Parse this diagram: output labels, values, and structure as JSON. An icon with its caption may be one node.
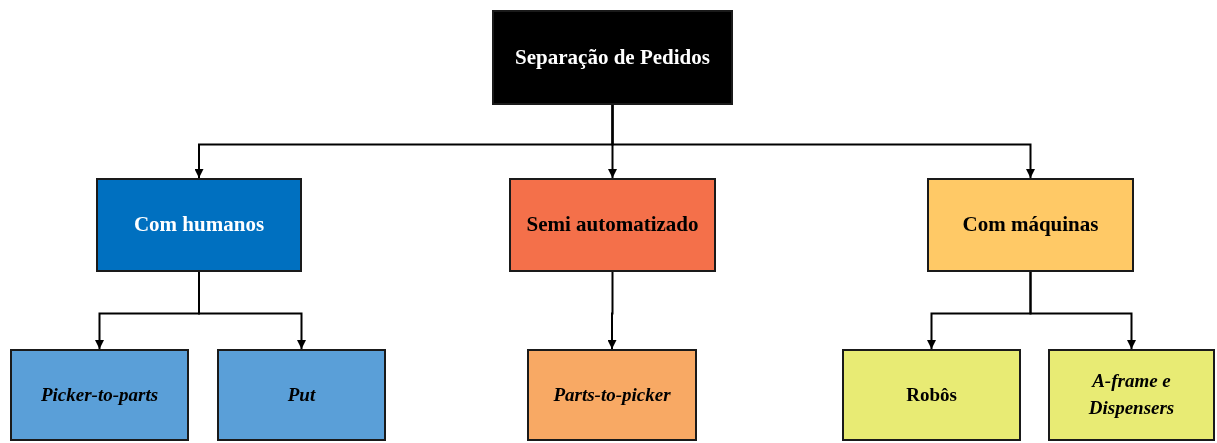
{
  "diagram": {
    "nodes": [
      {
        "text": [
          "Separação de Pedidos"
        ]
      },
      {
        "text": [
          "Com humanos"
        ]
      },
      {
        "text": [
          "Semi automatizado"
        ]
      },
      {
        "text": [
          "Com máquinas"
        ]
      },
      {
        "text": [
          "Picker-to-parts"
        ]
      },
      {
        "text": [
          "Put"
        ]
      },
      {
        "text": [
          "Parts-to-picker"
        ]
      },
      {
        "text": [
          "Robôs"
        ]
      },
      {
        "text": [
          "A-frame e Dispensers"
        ]
      }
    ],
    "edges": [
      {
        "from": 0,
        "to": 1,
        "arrow": "to"
      },
      {
        "from": 0,
        "to": 2,
        "arrow": "to"
      },
      {
        "from": 0,
        "to": 3,
        "arrow": "to"
      },
      {
        "from": 1,
        "to": 4,
        "arrow": "to"
      },
      {
        "from": 1,
        "to": 5,
        "arrow": "to"
      },
      {
        "from": 2,
        "to": 6,
        "arrow": "to"
      },
      {
        "from": 3,
        "to": 7,
        "arrow": "to"
      },
      {
        "from": 3,
        "to": 8,
        "arrow": "to"
      }
    ]
  }
}
